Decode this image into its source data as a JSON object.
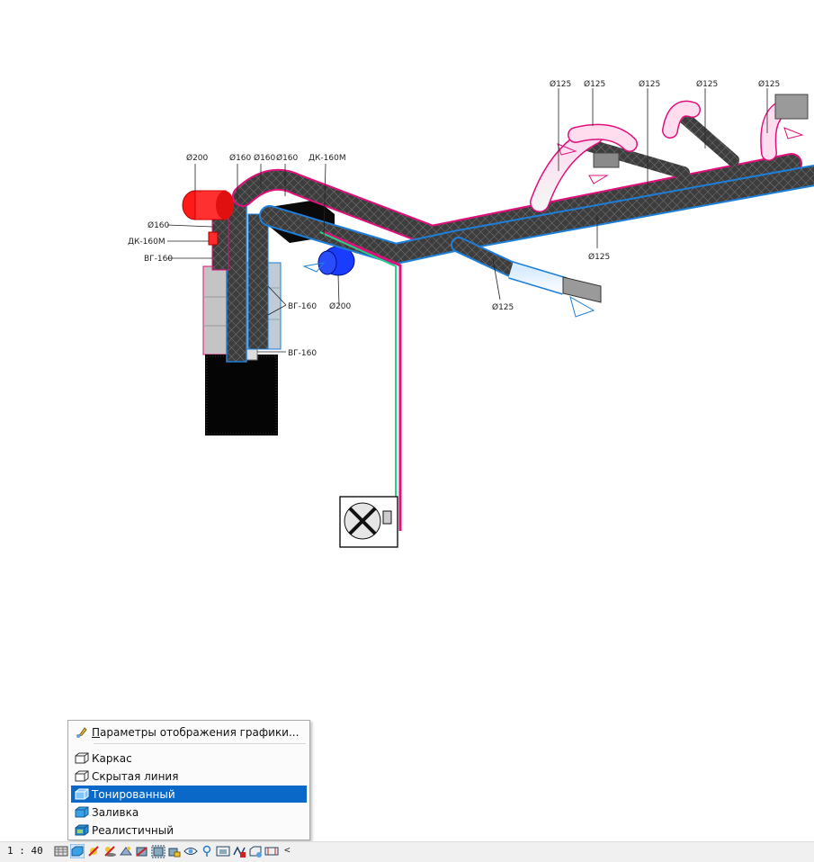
{
  "drawing": {
    "tags": {
      "d200_top": "Ø200",
      "d160_a": "Ø160",
      "d160_b": "Ø160",
      "d160_c": "Ø160",
      "dk160m_top": "ДК-160М",
      "d160_left": "Ø160",
      "dk160m_left": "ДК-160М",
      "vg160_left": "ВГ-160",
      "vg160_mid": "ВГ-160",
      "d200_mid": "Ø200",
      "vg160_low": "ВГ-160",
      "d125_1": "Ø125",
      "d125_2": "Ø125",
      "d125_3": "Ø125",
      "d125_4": "Ø125",
      "d125_5": "Ø125",
      "d125_main": "Ø125",
      "d125_branch": "Ø125"
    }
  },
  "menu": {
    "items": [
      {
        "label": "Параметры отображения графики...",
        "underline": "П",
        "icon": "graphics-display-options-icon"
      },
      {
        "label": "Каркас",
        "icon": "wireframe-icon"
      },
      {
        "label": "Скрытая линия",
        "icon": "hidden-line-icon"
      },
      {
        "label": "Тонированный",
        "icon": "shaded-icon",
        "selected": true
      },
      {
        "label": "Заливка",
        "icon": "consistent-colors-icon"
      },
      {
        "label": "Реалистичный",
        "icon": "realistic-icon"
      }
    ],
    "item0_rest": "араметры отображения графики..."
  },
  "statusbar": {
    "scale": "1 : 40",
    "more": "<"
  },
  "colors": {
    "selection": "#0a68c9",
    "duct": "#3a3a3a",
    "supply": "#1e7fd9",
    "exhaust": "#e0107a",
    "fresh": "#ff1a1a"
  }
}
